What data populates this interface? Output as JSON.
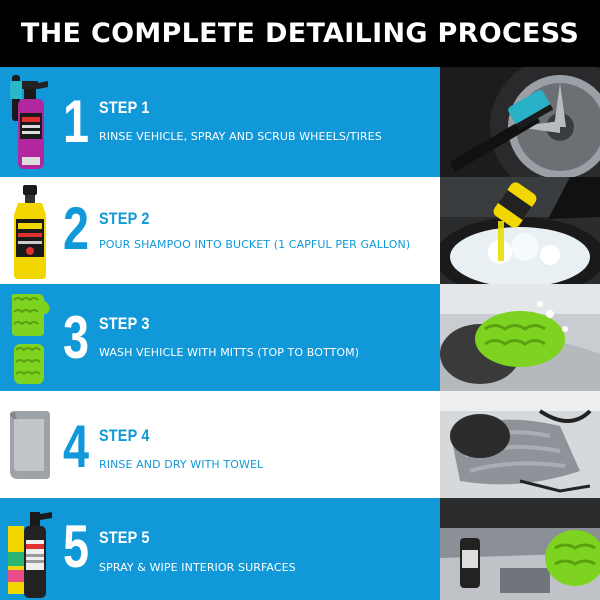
{
  "header": {
    "title": "THE COMPLETE DETAILING PROCESS"
  },
  "steps": [
    {
      "number": "1",
      "title": "STEP 1",
      "description": "RINSE VEHICLE, SPRAY AND SCRUB WHEELS/TIRES",
      "product": "spray-bottle-and-brush",
      "photo": "wheel-scrub-photo"
    },
    {
      "number": "2",
      "title": "STEP 2",
      "description": "POUR SHAMPOO INTO BUCKET (1 CAPFUL PER GALLON)",
      "product": "shampoo-bottle",
      "photo": "shampoo-bucket-photo"
    },
    {
      "number": "3",
      "title": "STEP 3",
      "description": "WASH VEHICLE WITH MITTS (TOP TO BOTTOM)",
      "product": "wash-mitts",
      "photo": "mitt-wash-photo"
    },
    {
      "number": "4",
      "title": "STEP 4",
      "description": "RINSE AND DRY WITH TOWEL",
      "product": "drying-towel",
      "photo": "towel-dry-photo"
    },
    {
      "number": "5",
      "title": "STEP 5",
      "description": "SPRAY & WIPE INTERIOR SURFACES",
      "product": "interior-spray-and-cloths",
      "photo": "interior-wipe-photo"
    }
  ],
  "colors": {
    "blue": "#1098d8",
    "white": "#ffffff",
    "black": "#000000",
    "mitt_green": "#7ed321",
    "bottle_yellow": "#f2d600",
    "bottle_purple": "#b0279f"
  }
}
